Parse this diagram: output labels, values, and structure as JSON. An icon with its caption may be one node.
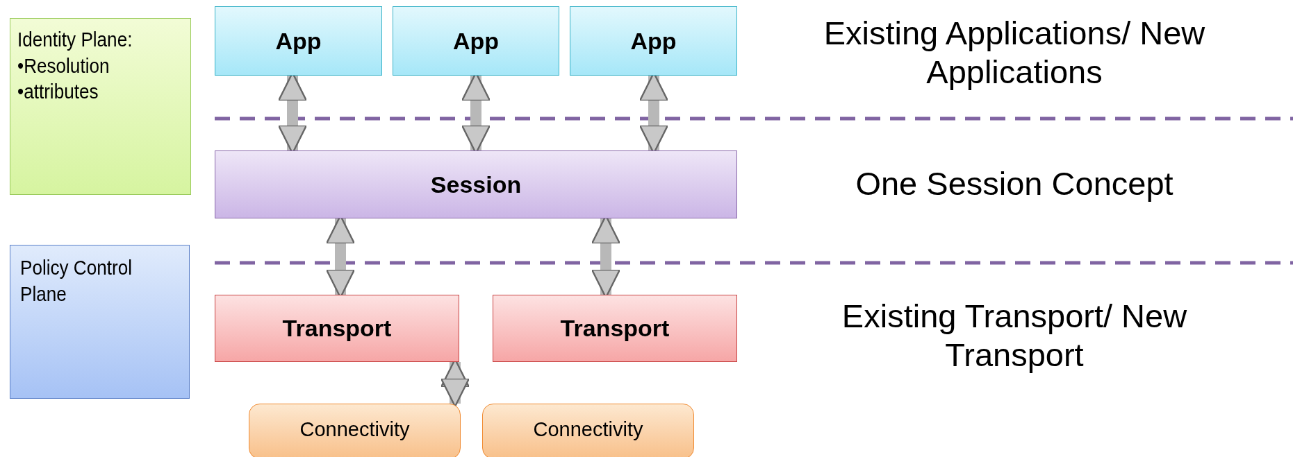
{
  "diagram": {
    "nodes": [
      {
        "text": [
          "Identity Plane:",
          "•Resolution",
          "•attributes"
        ]
      },
      {
        "text": [
          "App"
        ]
      },
      {
        "text": [
          "App"
        ]
      },
      {
        "text": [
          "App"
        ]
      },
      {
        "text": [
          "Session"
        ]
      },
      {
        "text": [
          "Policy Control Plane"
        ]
      },
      {
        "text": [
          "Transport"
        ]
      },
      {
        "text": [
          "Transport"
        ]
      },
      {
        "text": [
          "Connectivity"
        ]
      },
      {
        "text": [
          "Connectivity"
        ]
      }
    ],
    "edges": [
      {
        "from": 1,
        "to": 4,
        "arrow": "both"
      },
      {
        "from": 2,
        "to": 4,
        "arrow": "both"
      },
      {
        "from": 3,
        "to": 4,
        "arrow": "both"
      },
      {
        "from": 4,
        "to": 6,
        "arrow": "both"
      },
      {
        "from": 4,
        "to": 7,
        "arrow": "both"
      },
      {
        "from": 6,
        "to": 8,
        "arrow": "both"
      }
    ],
    "labels": [
      "Existing Applications/ New Applications",
      "One Session Concept",
      "Existing Transport/ New Transport"
    ]
  }
}
